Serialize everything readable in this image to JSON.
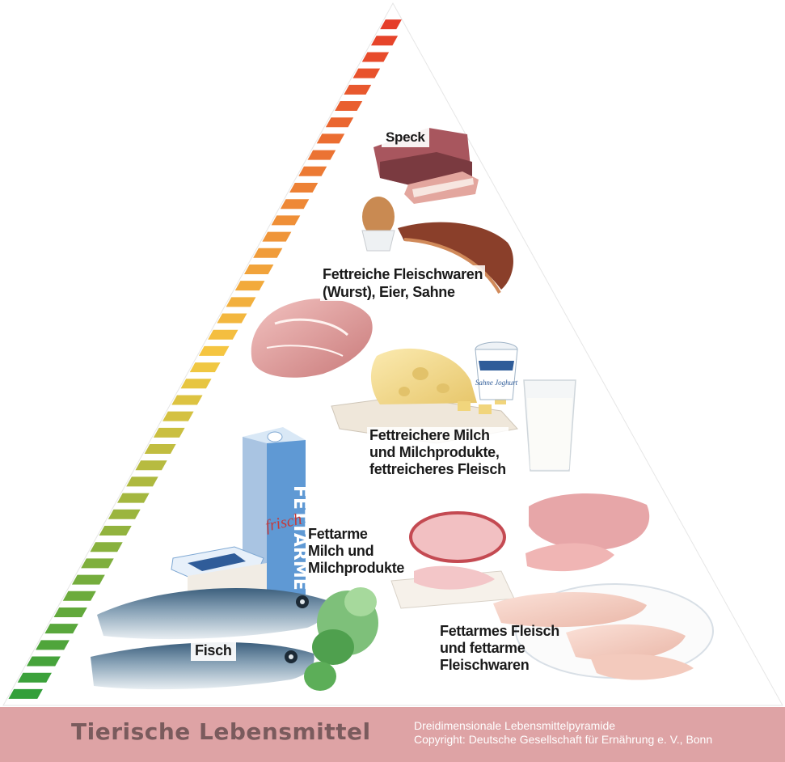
{
  "labels": {
    "speck": [
      "Speck"
    ],
    "fettreiche_fleischwaren": [
      "Fettreiche Fleischwaren",
      "(Wurst), Eier, Sahne"
    ],
    "fettreichere_milch": [
      "Fettreichere Milch",
      "und Milchprodukte,",
      "fettreicheres Fleisch"
    ],
    "fettarme_milch": [
      "Fettarme",
      "Milch und",
      "Milchprodukte"
    ],
    "fettarmes_fleisch": [
      "Fettarmes Fleisch",
      "und fettarme",
      "Fleischwaren"
    ],
    "fisch": [
      "Fisch"
    ]
  },
  "packaging_text": {
    "milk_carton": "FETTARME MILCH",
    "milk_carton_script": "frisch",
    "yogurt_cup": "Sahne Joghurt"
  },
  "footer": {
    "title": "Tierische Lebensmittel",
    "note_line1": "Dreidimensionale Lebensmittelpyramide",
    "note_line2": "Copyright: Deutsche Gesellschaft für Ernährung e. V., Bonn"
  },
  "colors": {
    "scale_top": "#e53a28",
    "scale_mid": "#f5c842",
    "scale_bottom": "#2e9e3a",
    "footer_bg": "#dea3a5",
    "footer_title": "#7a5b5d"
  }
}
